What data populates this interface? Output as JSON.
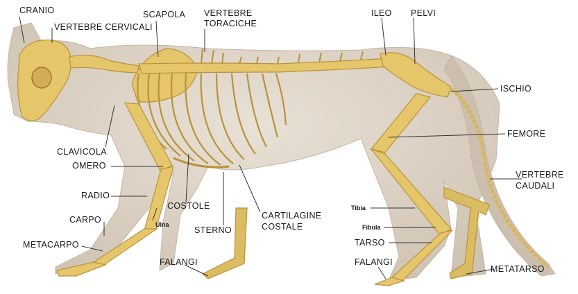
{
  "labels": {
    "cranio": "CRANIO",
    "vertebre_cervicali": "VERTEBRE CERVICALI",
    "scapola": "SCAPOLA",
    "vertebre_toraciche_1": "VERTEBRE",
    "vertebre_toraciche_2": "TORACICHE",
    "ileo": "ILEO",
    "pelvi": "PELVI",
    "ischio": "ISCHIO",
    "femore": "FEMORE",
    "vertebre_caudali_1": "VERTEBRE",
    "vertebre_caudali_2": "CAUDALI",
    "clavicola": "CLAVICOLA",
    "omero": "OMERO",
    "radio": "RADIO",
    "ulna": "Ulna",
    "carpo": "CARPO",
    "metacarpo": "METACARPO",
    "falangi_front": "FALANGI",
    "costole": "COSTOLE",
    "sterno": "STERNO",
    "cartilagine_1": "CARTILAGINE",
    "cartilagine_2": "COSTALE",
    "tibia": "Tibia",
    "fibula": "Fibula",
    "tarso": "TARSO",
    "falangi_hind": "FALANGI",
    "metatarso": "METATARSO"
  },
  "colors": {
    "bone": "#e6c66a",
    "bone_dark": "#b8923a",
    "fur": "#ddd3c6",
    "fur_shadow": "#bfb2a2",
    "leader": "#333333"
  }
}
